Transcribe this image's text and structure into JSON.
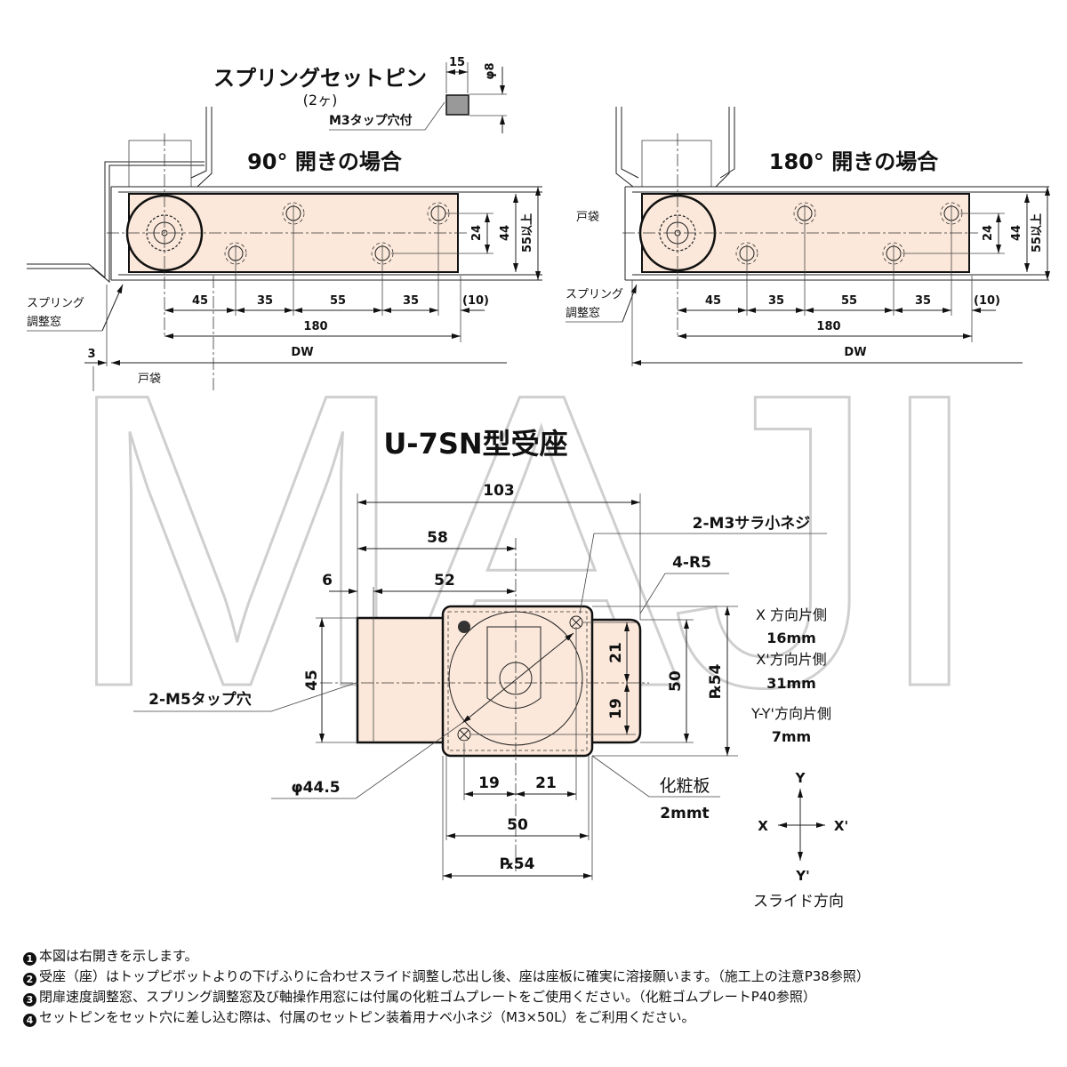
{
  "watermark": "MAJI",
  "spring_pin": {
    "title": "スプリングセットピン",
    "qty": "(2ヶ)",
    "tap": "M3タップ穴付",
    "len": "15",
    "dia": "φ8"
  },
  "open90": {
    "title": "90° 開きの場合",
    "spring_window": [
      "スプリング",
      "調整窓"
    ],
    "dims": [
      "45",
      "35",
      "55",
      "35",
      "(10)"
    ],
    "total": "180",
    "dw": "DW",
    "gap": "3",
    "pocket": "戸袋",
    "v24": "24",
    "v44": "44",
    "v55": "55以上"
  },
  "open180": {
    "title": "180° 開きの場合",
    "spring_window": [
      "スプリング",
      "調整窓"
    ],
    "dims": [
      "45",
      "35",
      "55",
      "35",
      "(10)"
    ],
    "total": "180",
    "dw": "DW",
    "pocket": "戸袋",
    "v24": "24",
    "v44": "44",
    "v55": "55以上"
  },
  "seat": {
    "title": "U-7SN型受座",
    "d103": "103",
    "d58": "58",
    "d52": "52",
    "d6": "6",
    "d45": "45",
    "d21v": "21",
    "d19v": "19",
    "d50v": "50",
    "d54v": "℞54",
    "d19h": "19",
    "d21h": "21",
    "d50h": "50",
    "d54h": "℞54",
    "m3": "2-M3サラ小ネジ",
    "r5": "4-R5",
    "m5": "2-M5タップ穴",
    "phi": "φ44.5",
    "plate": "化粧板",
    "plate_t": "2mmt",
    "slide": [
      {
        "label": "X 方向片側",
        "value": "16mm"
      },
      {
        "label": "X'方向片側",
        "value": "31mm"
      },
      {
        "label": "Y-Y'方向片側",
        "value": "7mm"
      }
    ],
    "axes": {
      "y": "Y",
      "y2": "Y'",
      "x": "X",
      "x2": "X'",
      "caption": "スライド方向"
    }
  },
  "notes": [
    {
      "num": "1",
      "text": "本図は右開きを示します。"
    },
    {
      "num": "2",
      "text": "受座（座）はトップピボットよりの下げふりに合わせスライド調整し芯出し後、座は座板に確実に溶接願います。（施工上の注意P38参照）"
    },
    {
      "num": "3",
      "text": "閉扉速度調整窓、スプリング調整窓及び軸操作用窓には付属の化粧ゴムプレートをご使用ください。（化粧ゴムプレートP40参照）"
    },
    {
      "num": "4",
      "text": "セットピンをセット穴に差し込む際は、付属のセットピン装着用ナベ小ネジ（M3×50L）をご利用ください。"
    }
  ]
}
